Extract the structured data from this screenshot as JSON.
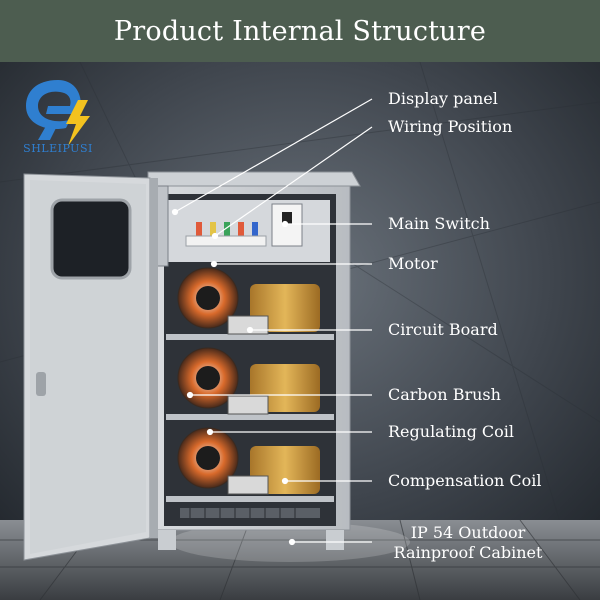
{
  "title": "Product Internal Structure",
  "brand": {
    "name": "SHLEIPUSI",
    "logo_icon": "e-lightning-bolt-logo",
    "logo_color": "#2f7fd0",
    "bolt_color": "#f3c21f"
  },
  "labels": {
    "display_panel": "Display panel",
    "wiring_position": "Wiring Position",
    "main_switch": "Main Switch",
    "motor": "Motor",
    "circuit_board": "Circuit Board",
    "carbon_brush": "Carbon Brush",
    "regulating_coil": "Regulating Coil",
    "compensation_coil": "Compensation Coil",
    "cabinet_line1": "IP 54 Outdoor",
    "cabinet_line2": "Rainproof Cabinet"
  },
  "colors": {
    "title_bar": "#4d5d50",
    "label_text": "#ffffff",
    "leader_line": "#ffffff"
  }
}
